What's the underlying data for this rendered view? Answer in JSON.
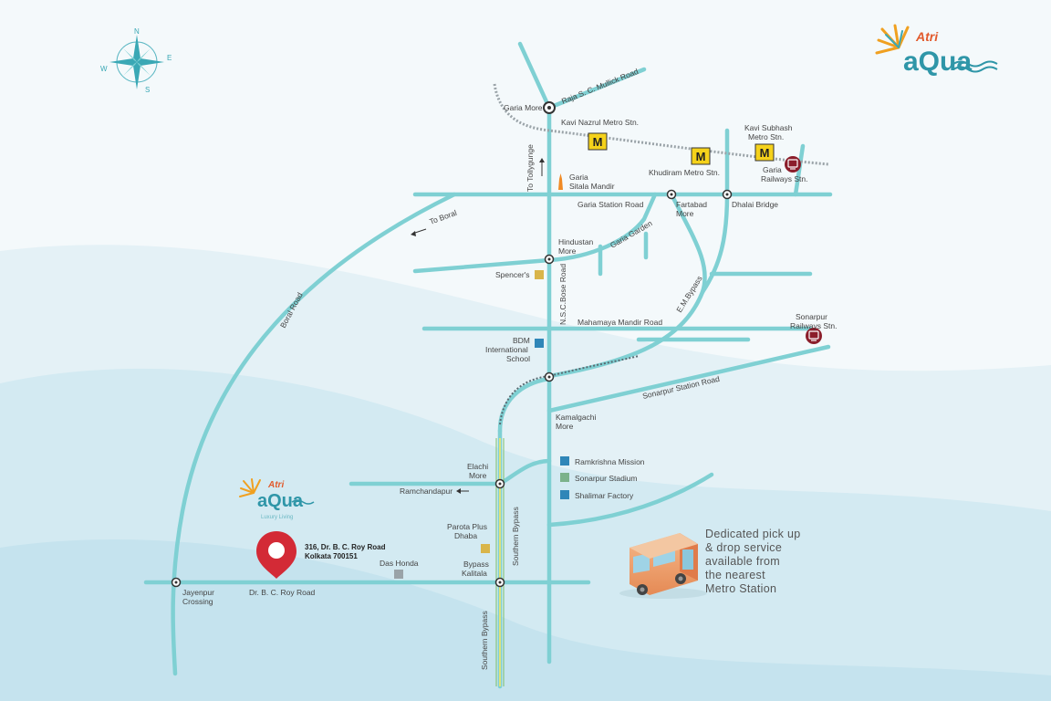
{
  "brand": {
    "script": "Atri",
    "name": "aQua",
    "tagline": "Luxury Living"
  },
  "compass": {
    "n": "N",
    "e": "E",
    "s": "S",
    "w": "W"
  },
  "address": {
    "line1": "316, Dr. B. C. Roy Road",
    "line2": "Kolkata 700151"
  },
  "roads": {
    "raja_sc_mullick": "Raja S. C. Mullick Road",
    "to_tollygunge": "To Tollygunge",
    "to_boral": "To Boral",
    "garia_station_road": "Garia Station Road",
    "garia_garden": "Garia Garden",
    "nsc_bose": "N.S.C.Bose Road",
    "boral_road": "Boral Road",
    "em_bypass": "E.M.Bypass",
    "mahamaya_mandir": "Mahamaya Mandir Road",
    "sonarpur_station_road": "Sonarpur Station Road",
    "ramchandapur": "Ramchandapur",
    "southern_bypass_1": "Southern Bypass",
    "southern_bypass_2": "Southern Bypass",
    "dr_bc_roy": "Dr. B. C. Roy Road"
  },
  "places": {
    "garia_more": "Garia More",
    "kavi_nazrul": "Kavi Nazrul Metro Stn.",
    "kavi_subhash_1": "Kavi Subhash",
    "kavi_subhash_2": "Metro Stn.",
    "khudiram": "Khudiram Metro Stn.",
    "garia_rly_1": "Garia",
    "garia_rly_2": "Railways Stn.",
    "sitala_1": "Garia",
    "sitala_2": "Sitala Mandir",
    "fartabad_1": "Fartabad",
    "fartabad_2": "More",
    "dhalai": "Dhalai Bridge",
    "hindustan_1": "Hindustan",
    "hindustan_2": "More",
    "spencers": "Spencer's",
    "bdm_1": "BDM",
    "bdm_2": "International",
    "bdm_3": "School",
    "sonarpur_rly_1": "Sonarpur",
    "sonarpur_rly_2": "Railways Stn.",
    "kamalgachi_1": "Kamalgachi",
    "kamalgachi_2": "More",
    "elachi_1": "Elachi",
    "elachi_2": "More",
    "ramkrishna": "Ramkrishna Mission",
    "sonarpur_stadium": "Sonarpur Stadium",
    "shalimar": "Shalimar Factory",
    "parota_1": "Parota Plus",
    "parota_2": "Dhaba",
    "das_honda": "Das Honda",
    "bypass_kalitala_1": "Bypass",
    "bypass_kalitala_2": "Kalitala",
    "jayenpur_1": "Jayenpur",
    "jayenpur_2": "Crossing"
  },
  "metro_symbol": "M",
  "promo": {
    "l1": "Dedicated pick up",
    "l2": "& drop service",
    "l3": "available from",
    "l4": "the nearest",
    "l5": "Metro Station"
  },
  "colors": {
    "road": "#7fd0d3",
    "metro": "#f5d21b",
    "pin": "#d32a36",
    "landmark_blue": "#2f86b8",
    "landmark_gold": "#d9b54a",
    "landmark_green": "#7bb28a",
    "landmark_grey": "#9aa3a8",
    "rail": "#8b1e2b"
  }
}
